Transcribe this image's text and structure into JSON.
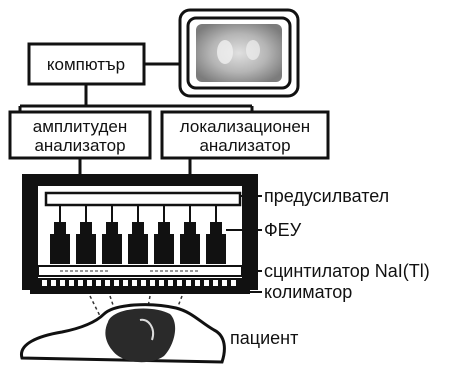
{
  "diagram": {
    "boxes": {
      "computer": "компютър",
      "amplitude_analyzer": [
        "амплитуден",
        "анализатор"
      ],
      "localization_analyzer": [
        "локализационен",
        "анализатор"
      ]
    },
    "labels": {
      "preamplifier": "предусилвател",
      "pmt": "ФЕУ",
      "scintillator": "сцинтилатор NaI(Tl)",
      "collimator": "колиматор",
      "patient": "пациент"
    },
    "colors": {
      "ink": "#111111",
      "screen_glow": "#d8d8d8",
      "screen_bg": "#8a8a8a"
    }
  }
}
